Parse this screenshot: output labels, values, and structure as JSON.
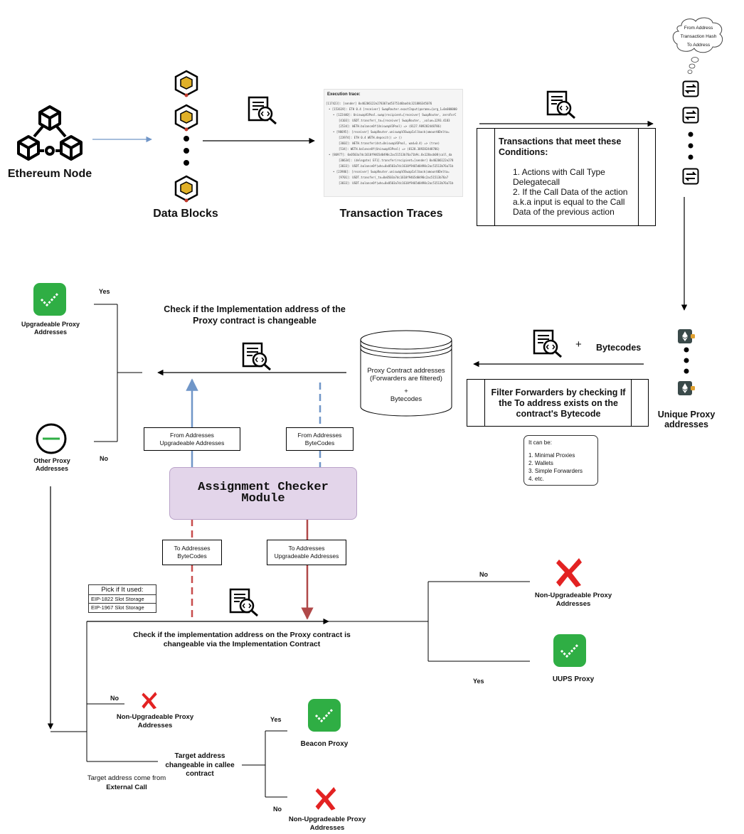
{
  "nodes": {
    "ethereum_node": "Ethereum Node",
    "data_blocks": "Data Blocks",
    "transaction_traces": "Transaction Traces",
    "trace_title": "Execution trace:",
    "cloud_lines": [
      "From Address",
      "Transaction Hash",
      "To Address"
    ],
    "conditions": {
      "title": "Transactions that meet these Conditions:",
      "item1": "1.  Actions with Call Type Delegatecall",
      "item2": "2.  If the Call Data of the action a.k.a input is equal to the Call Data of the previous action"
    },
    "unique_proxy": "Unique Proxy addresses",
    "bytecodes_label": "Bytecodes",
    "plus": "+",
    "filter": "Filter Forwarders by checking If the To address exists on the contract's Bytecode",
    "it_can_be": {
      "title": "It can be:",
      "items": [
        "1.  Minimal Proxies",
        "2.  Wallets",
        "3.  Simple Forwarders",
        "4.  etc."
      ]
    },
    "db": {
      "line1": "Proxy Contract addresses",
      "line2": "(Forwarders are filtered)",
      "plus": "+",
      "line3": "Bytecodes"
    },
    "check_impl": "Check if the Implementation address of the Proxy contract is changeable",
    "yes": "Yes",
    "no": "No",
    "upgradeable_proxy": "Upgradeable Proxy Addresses",
    "other_proxy": "Other Proxy Addresses",
    "from_addr_upg": [
      "From Addresses",
      "Upgradeable Addresses"
    ],
    "from_addr_byte": [
      "From Addresses",
      "ByteCodes"
    ],
    "module": [
      "Assignment Checker",
      "Module"
    ],
    "to_addr_byte": [
      "To Addresses",
      "ByteCodes"
    ],
    "to_addr_upg": [
      "To Addresses",
      "Upgradeable Addresses"
    ],
    "pick": {
      "title": "Pick if It used:",
      "items": [
        "EIP-1822 Slot Storage",
        "EIP-1967 Slot Storage"
      ]
    },
    "check_impl2": "Check if the implementation address on the Proxy contract is changeable via the Implementation Contract",
    "non_upg_1": "Non-Upgradeable Proxy Addresses",
    "uups": "UUPS Proxy",
    "non_upg_2": "Non-Upgradeable Proxy Addresses",
    "target_changeable": "Target address changeable in callee contract",
    "beacon": "Beacon Proxy",
    "non_upg_3": "Non-Upgradeable Proxy Addresses",
    "target_external_pre": "Target address come from",
    "target_external_bold": "External Call"
  },
  "trace_lines": [
    "[117423]: [sender] 0x46206122e278367ad53751d6ba44c321886345076",
    "• [153619]: ETH 0.4 [receiver] SwapRouter.exactInput(params={arg_1=0x000000",
    "  • [122440]: UniswapV3Pool.swap(recipient=[receiver] SwapRouter, zeroForC",
    "    [4103]: USDT.transfer(_to=[receiver] SwapRouter, _value=1293.4183",
    "    [2534]: WETH.balanceOf(UniswapV3Pool) => (8127.989282448786)",
    "  • [98695]: [receiver] SwapRouter.uniswapV3SwapCallback(amount0Delta=",
    "    [23974]: ETH 0.4 WETH.deposit() => ()",
    "    [3602]: WETH.transfer(dst=UniswapV3Pool, wad=0.4) => (true)",
    "    [534]: WETH.balanceOf(UniswapV3Pool) => (8128.389282448786)",
    "• [86977]: 0x0503a7dc1610f9465d0490c2ac51513b76a71b9c.0x128acb08(call_da",
    "    [30634]: (delegate) EF1].transfer(recipient=[sender] 0x46206122e278",
    "    [3833]: USDT.balanceOf(who=0x0503a7dc1610f9465d0490c2ac51513b76a71b",
    "  • [23986]: [receiver] SwapRouter.uniswapV3SwapCallback(amount0Delta=",
    "    [9701]: USDT.transfer(_to=0x0503a7dc1610f9465d0490c2ac51513b76a7",
    "    [3833]: USDT.balanceOf(who=0x0503a7dc1610f9465d0490c2ac51513b76a71b"
  ],
  "colors": {
    "blue_arrow": "#7096c8",
    "red_arrow": "#b04848",
    "red_dashed": "#c84c4c",
    "module_fill": "#e3d5ea",
    "green_check": "#2fae44",
    "red_x": "#e32222",
    "gold": "#e0b028"
  }
}
